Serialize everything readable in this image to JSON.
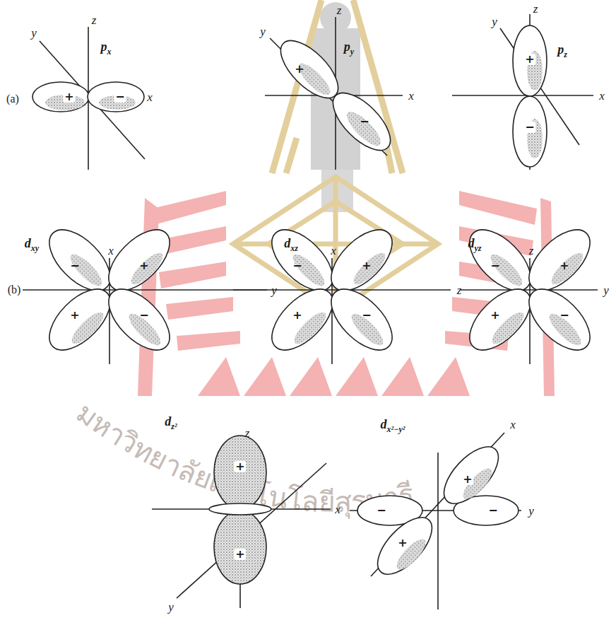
{
  "diagram": {
    "labels": [
      "y",
      "z",
      "px",
      "(a)",
      "+",
      "−",
      "x",
      "y",
      "z",
      "py",
      "+",
      "x",
      "−",
      "z",
      "y",
      "pz",
      "+",
      "x",
      "−",
      "x",
      "dxy",
      "−",
      "+",
      "(b)",
      "y",
      "+",
      "−",
      "x",
      "dxz",
      "−",
      "+",
      "z",
      "+",
      "−",
      "z",
      "dyz",
      "−",
      "+",
      "y",
      "+",
      "−",
      "dz²",
      "z",
      "+",
      "x",
      "y",
      "+",
      "dx²−y²",
      "x",
      "+",
      "−",
      "−",
      "+",
      "y",
      "มหาวิทยาลัยเทคโนโลยีสุรนารี"
    ]
  }
}
